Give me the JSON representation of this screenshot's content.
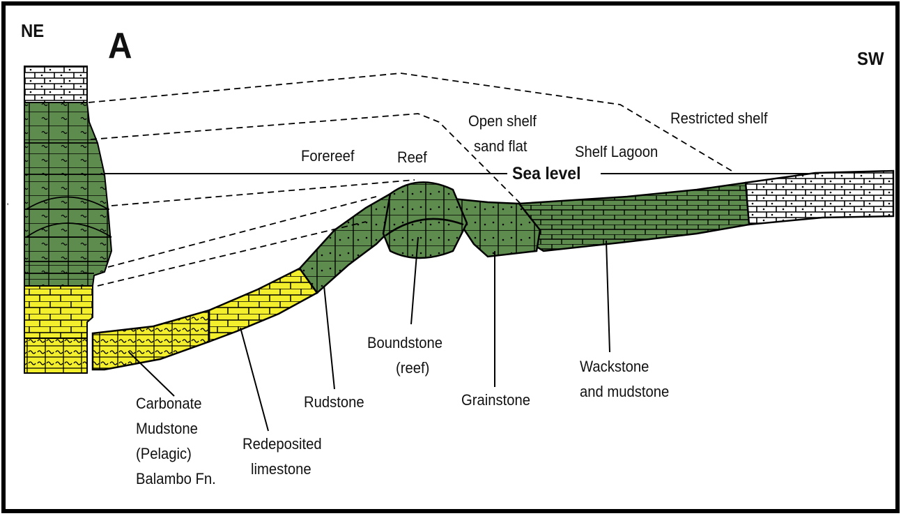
{
  "figure": {
    "panel_letter": "A",
    "left_direction": "NE",
    "right_direction": "SW",
    "sea_level": "Sea level"
  },
  "environments": {
    "forereef": "Forereef",
    "reef": "Reef",
    "open_shelf": [
      "Open shelf",
      "sand flat"
    ],
    "shelf_lagoon": "Shelf Lagoon",
    "restricted_shelf": "Restricted shelf"
  },
  "facies": {
    "carbonate": [
      "Carbonate",
      "Mudstone",
      "(Pelagic)",
      "Balambo Fn."
    ],
    "redeposited": [
      "Redeposited",
      "limestone"
    ],
    "rudstone": "Rudstone",
    "boundstone": [
      "Boundstone",
      "(reef)"
    ],
    "grainstone": "Grainstone",
    "wackstone": [
      "Wackstone",
      "and mudstone"
    ]
  },
  "colors": {
    "green_facies": "#5e8c4e",
    "yellow_facies": "#f4ef2c",
    "white_facies": "#ffffff",
    "line": "#000000",
    "frame": "#000000"
  }
}
